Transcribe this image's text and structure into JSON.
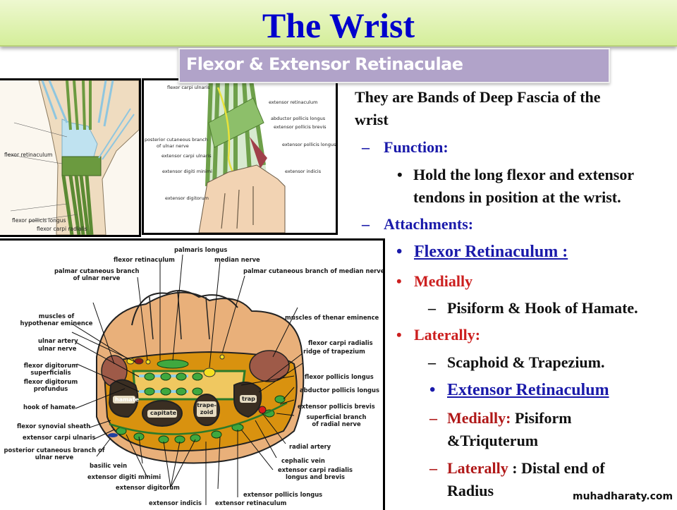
{
  "slide": {
    "title": "The Wrist",
    "subtitle": "Flexor & Extensor Retinaculae",
    "colors": {
      "title": "#0000cc",
      "title_bar": "#d4ee9a",
      "subtitle_bg": "#b1a3c9",
      "heading_blue": "#1a1aaa",
      "accent_red": "#cc1f1f"
    }
  },
  "figure_palmar": {
    "labels": [
      "flexor retinaculum",
      "flexor pollicis longus",
      "flexor carpi radialis"
    ]
  },
  "figure_dorsal": {
    "labels": {
      "fcu": "flexor carpi ulnaris",
      "ext_ret": "extensor retinaculum",
      "apl": "abductor pollicis longus",
      "epb": "extensor pollicis brevis",
      "pcb1": "posterior cutaneous branch",
      "pcb2": "of ulnar nerve",
      "epl": "extensor pollicis longus",
      "ecu": "extensor carpi ulnaris",
      "edm": "extensor digiti minimi",
      "ei": "extensor indicis",
      "ed": "extensor digitorum"
    }
  },
  "figure_cross_section": {
    "labels": {
      "palmaris_longus": "palmaris longus",
      "flexor_retinaculum": "flexor retinaculum",
      "median_nerve": "median nerve",
      "pcb_ulnar_1": "palmar cutaneous branch",
      "pcb_ulnar_2": "of ulnar nerve",
      "pcb_median": "palmar cutaneous branch of median nerve",
      "hypothenar_1": "muscles of",
      "hypothenar_2": "hypothenar eminence",
      "thenar": "muscles of thenar eminence",
      "ulnar_artery": "ulnar artery",
      "ulnar_nerve": "ulnar nerve",
      "fcr": "flexor carpi radialis",
      "ridge_trapezium": "ridge of trapezium",
      "fds_1": "flexor digitorum",
      "fds_2": "superficialis",
      "fdp_1": "flexor digitorum",
      "fdp_2": "profundus",
      "fpl": "flexor pollicis longus",
      "apl": "abductor pollicis longus",
      "hook_hamate": "hook of hamate",
      "epb": "extensor pollicis brevis",
      "sbrn_1": "superficial branch",
      "sbrn_2": "of radial nerve",
      "flexor_sheath": "flexor synovial sheath",
      "ecu": "extensor carpi ulnaris",
      "radial_artery": "radial artery",
      "pcb_ul_1": "posterior cutaneous branch of",
      "pcb_ul_2": "ulnar nerve",
      "cephalic_vein": "cephalic vein",
      "basilic_vein": "basilic vein",
      "ecr_1": "extensor carpi radialis",
      "ecr_2": "longus and brevis",
      "edm": "extensor digiti minimi",
      "ed": "extensor digitorum",
      "epl": "extensor pollicis longus",
      "ei": "extensor indicis",
      "ext_ret": "extensor retinaculum",
      "hamate": "hamate",
      "capitate": "capitate",
      "trapezoid_1": "trape-",
      "trapezoid_2": "zoid",
      "trap": "trap"
    }
  },
  "content": {
    "intro_line1": "They are Bands of Deep Fascia of the",
    "intro_line2": "wrist",
    "function_dash": "–",
    "function_label": "Function:",
    "function_bullet": "•",
    "function_text1": "Hold the long flexor and extensor",
    "function_text2": "tendons in position at the wrist.",
    "attachments_dash": "–",
    "attachments_label": "Attachments:",
    "flexor": {
      "bullet": "•",
      "heading": "Flexor Retinaculum :",
      "medially_bullet": "•",
      "medially_label": "Medially",
      "medially_dash": "–",
      "medially_text": "Pisiform & Hook of Hamate.",
      "laterally_bullet": "•",
      "laterally_label": "Laterally:",
      "laterally_dash": "–",
      "laterally_text": "Scaphoid & Trapezium."
    },
    "extensor": {
      "bullet": "•",
      "heading": "Extensor Retinaculum",
      "medially_dash": "–",
      "medially_label": "Medially:",
      "medially_text1": " Pisiform",
      "medially_text2": "&Triquterum",
      "laterally_dash": "–",
      "laterally_label": "Laterally",
      "laterally_text1": " : Distal end of",
      "laterally_text2": "Radius"
    }
  },
  "watermark": "muhadharaty.com"
}
